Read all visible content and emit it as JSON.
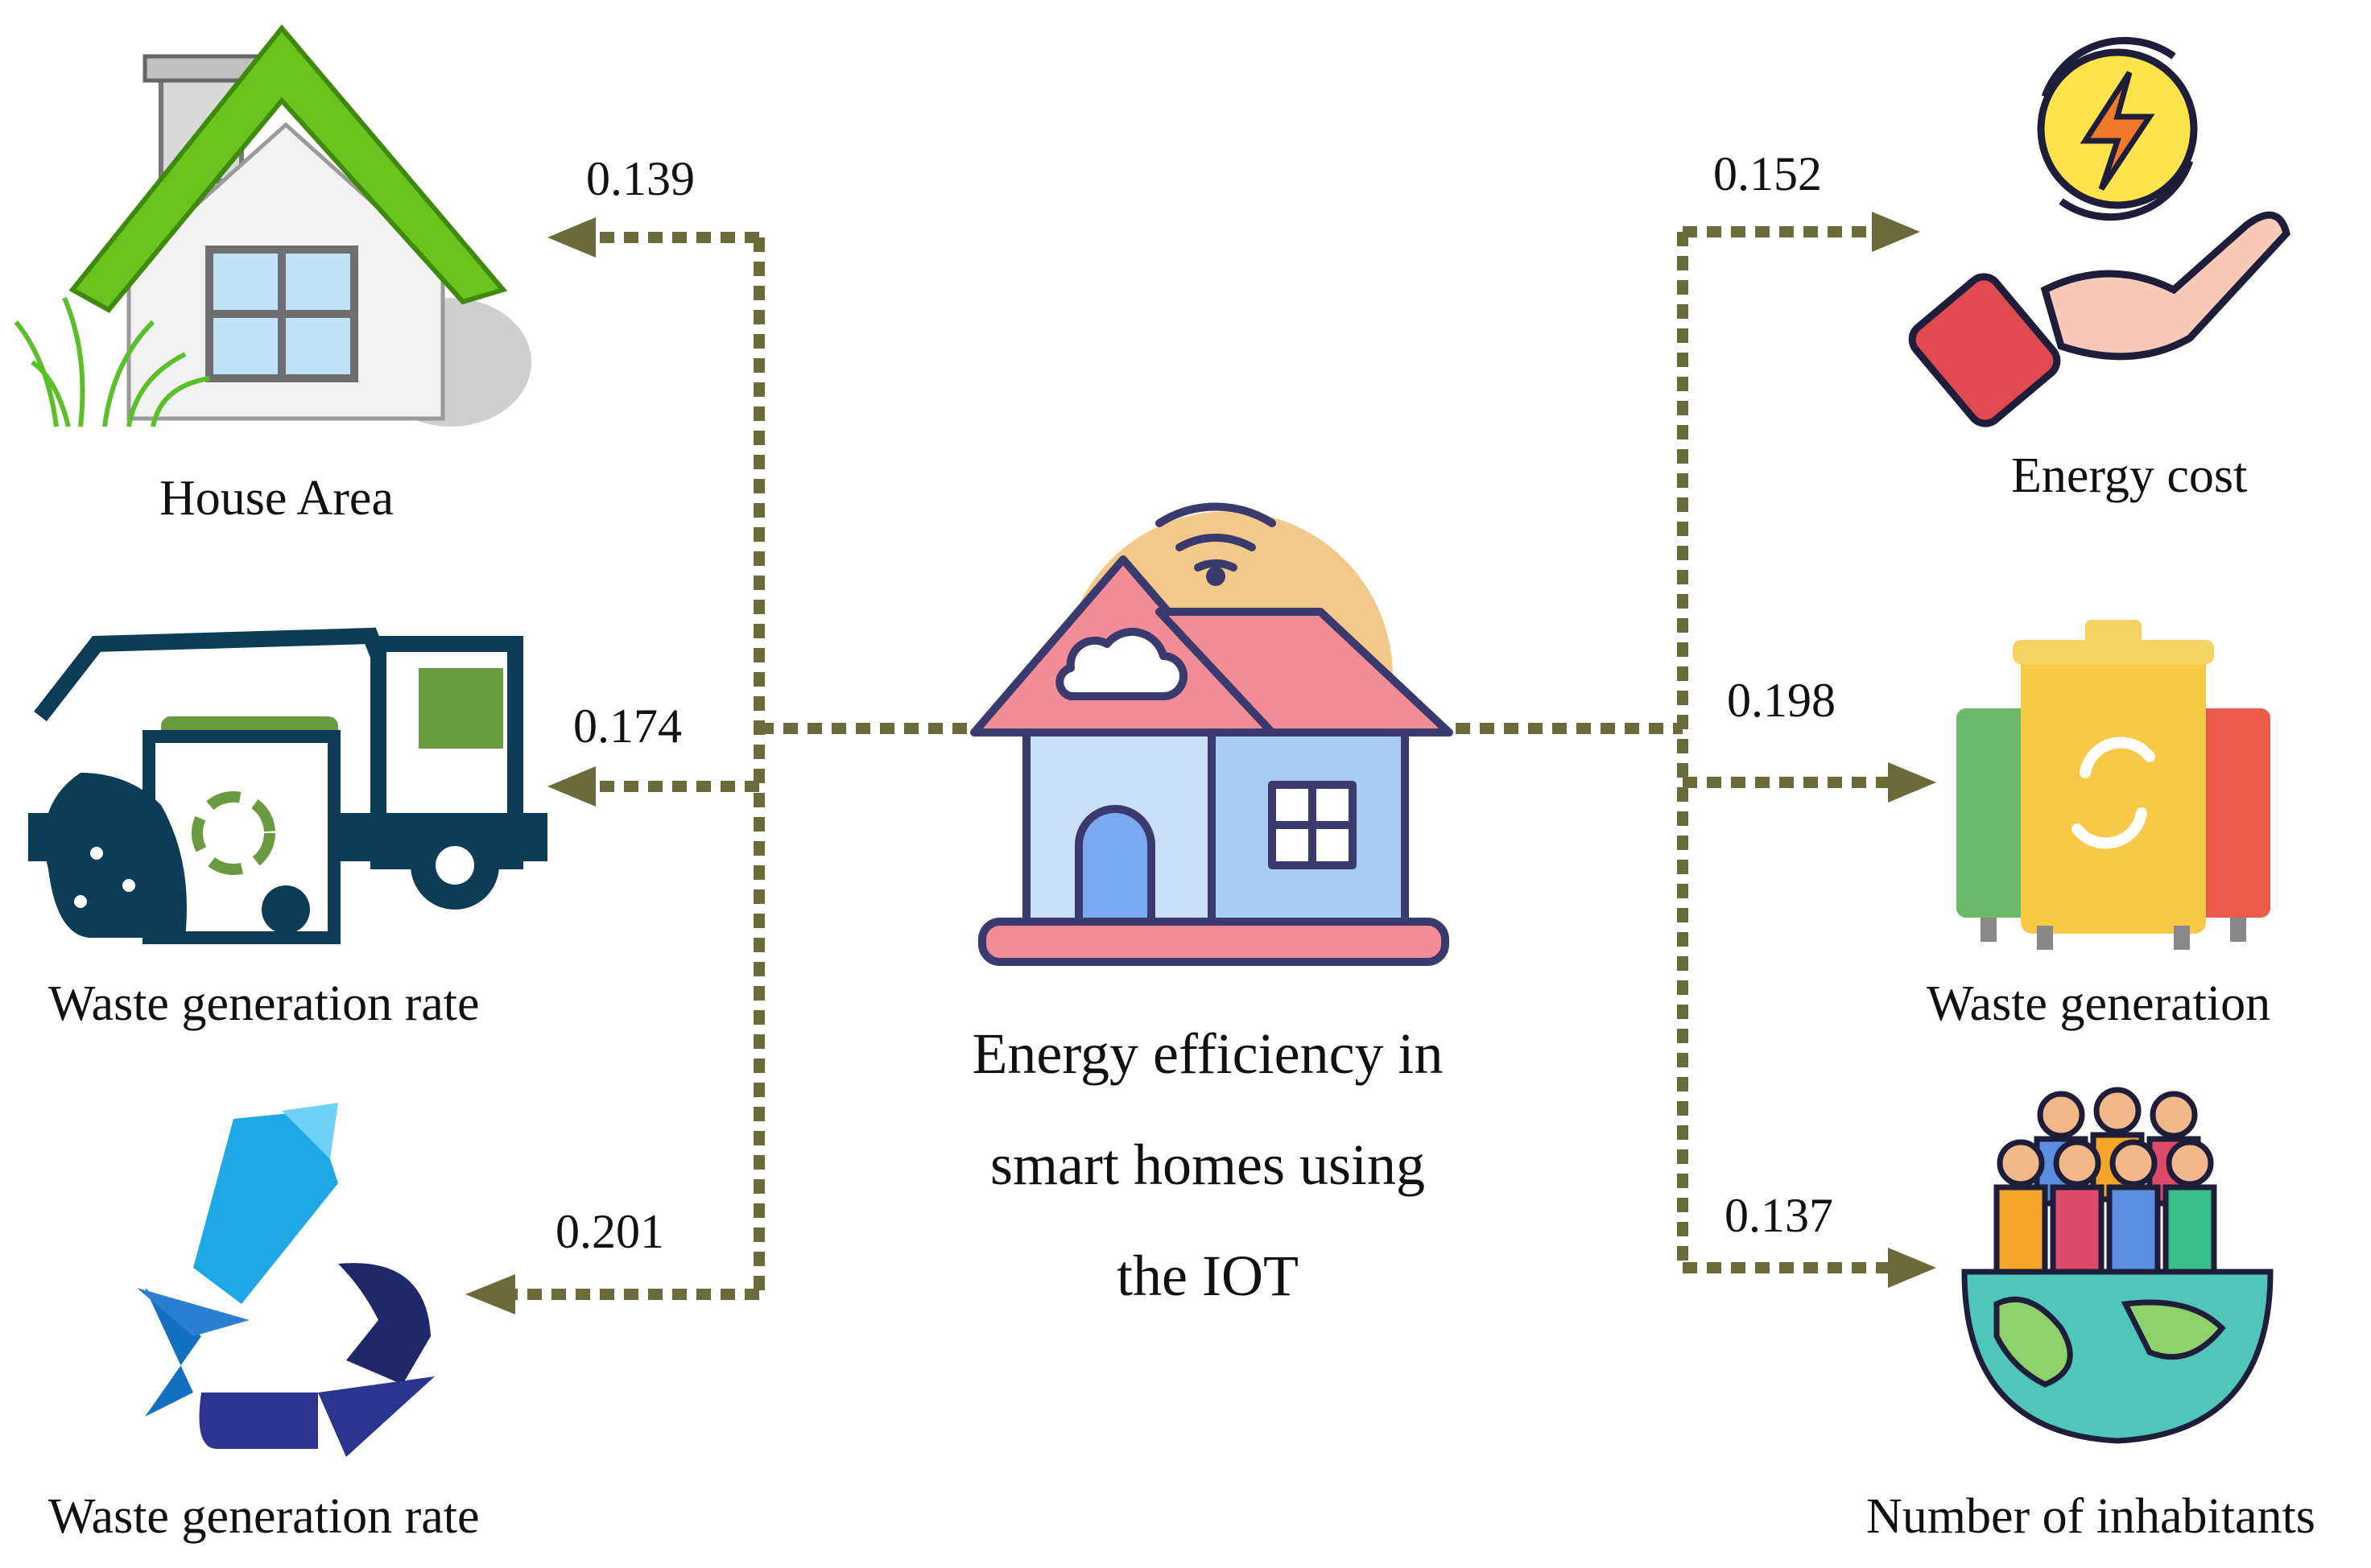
{
  "center": {
    "title_lines": [
      "Energy efficiency in",
      "smart homes using",
      "the IOT"
    ]
  },
  "left": [
    {
      "label": "House Area",
      "value": "0.139",
      "icon": "house-icon"
    },
    {
      "label": "Waste generation rate",
      "value": "0.174",
      "icon": "garbage-truck-icon"
    },
    {
      "label": "Waste generation rate",
      "value": "0.201",
      "icon": "recycle-arrows-icon"
    }
  ],
  "right": [
    {
      "label": "Energy cost",
      "value": "0.152",
      "icon": "energy-cost-hand-icon"
    },
    {
      "label": "Waste generation",
      "value": "0.198",
      "icon": "recycle-bins-icon"
    },
    {
      "label": "Number of inhabitants",
      "value": "0.137",
      "icon": "people-on-globe-icon"
    }
  ],
  "colors": {
    "connector": "#6b6a3a",
    "house_roof": "#f28d97",
    "house_wall": "#a9cdf2",
    "house_outline": "#3a3a6e"
  }
}
